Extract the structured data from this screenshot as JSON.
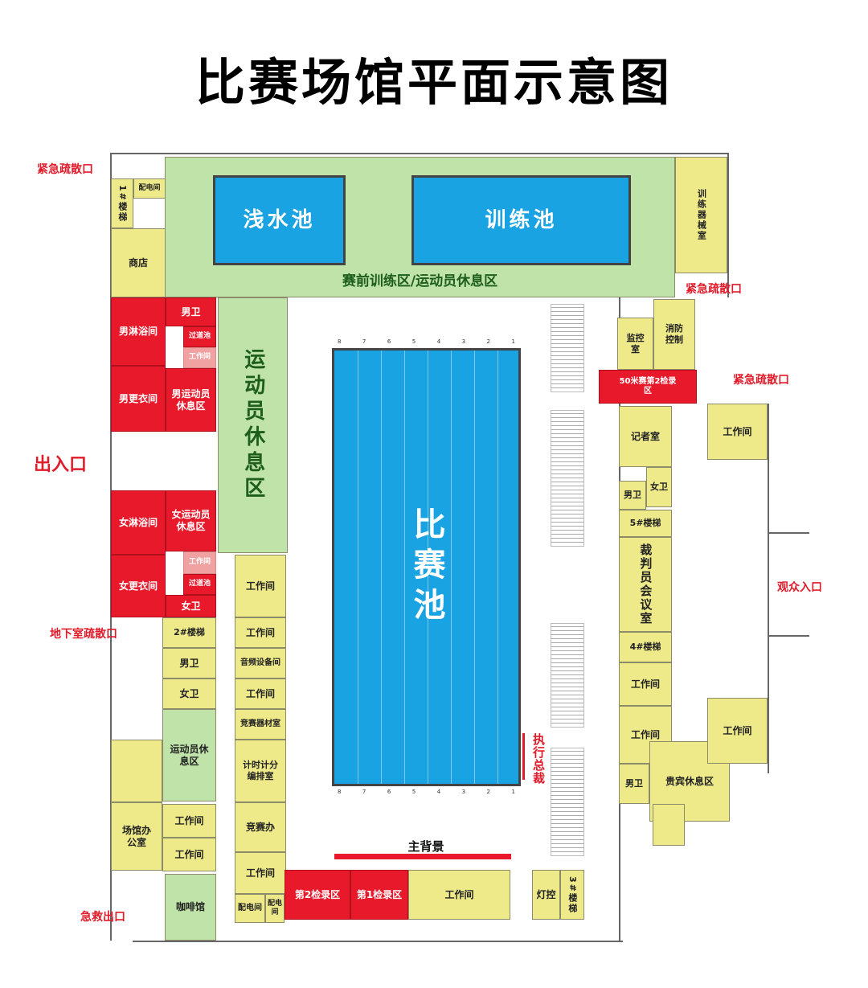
{
  "title": "比赛场馆平面示意图",
  "pools": {
    "shallow": "浅水池",
    "training": "训练池",
    "competition": "比赛池"
  },
  "zones": {
    "warmup": "赛前训练区/运动员休息区",
    "athlete_rest_vertical": "运动员休息区",
    "main_backdrop": "主背景",
    "exec_referee": "执行总裁"
  },
  "rooms": {
    "stair1": "1#楼梯",
    "power1": "配电间",
    "shop": "商店",
    "men_shower": "男淋浴间",
    "men_wc": "男卫",
    "transit_pool_1": "过道池",
    "workroom_small_1": "工作间",
    "men_changing": "男更衣间",
    "men_athlete_rest": "男运动员休息区",
    "women_shower": "女淋浴间",
    "women_athlete_rest": "女运动员休息区",
    "workroom_small_2": "工作间",
    "transit_pool_2": "过道池",
    "women_changing": "女更衣间",
    "women_wc": "女卫",
    "stair2": "2#楼梯",
    "men_wc2": "男卫",
    "women_wc2": "女卫",
    "athlete_rest_lower": "运动员休息区",
    "venue_office": "场馆办公室",
    "work_a": "工作间",
    "work_b": "工作间",
    "cafe": "咖啡馆",
    "work_c": "工作间",
    "work_d": "工作间",
    "audio": "音频设备间",
    "work_e": "工作间",
    "equipment": "竞赛器材室",
    "timing": "计时计分编排室",
    "competition_office": "竞赛办",
    "work_f": "工作间",
    "power2": "配电间",
    "power3": "配电间",
    "check2": "第2检录区",
    "check1": "第1检录区",
    "work_g": "工作间",
    "light": "灯控",
    "stair3": "3#楼梯",
    "training_equipment": "训练器械室",
    "monitor": "监控室",
    "fire_control": "消防控制",
    "check_50m": "50米赛第2检录区",
    "press": "记者室",
    "men_wc3": "男卫",
    "women_wc3": "女卫",
    "stair5": "5#楼梯",
    "referee_meeting": "裁判员会议室",
    "stair4": "4#楼梯",
    "work_h": "工作间",
    "work_i": "工作间",
    "men_wc4": "男卫",
    "vip": "贵宾休息区",
    "work_j": "工作间",
    "work_k": "工作间"
  },
  "labels": {
    "exit_nw": "紧急疏散口",
    "exit_ne": "紧急疏散口",
    "exit_e": "紧急疏散口",
    "entrance": "出入口",
    "basement_exit": "地下室疏散口",
    "audience_entrance": "观众入口",
    "first_aid_exit": "急救出口"
  },
  "lane_numbers": [
    "8",
    "7",
    "6",
    "5",
    "4",
    "3",
    "2",
    "1"
  ],
  "colors": {
    "pool_blue": "#1aa3e3",
    "green_zone": "#bfe3a8",
    "yellow_room": "#eeea8a",
    "red_room": "#e8192b",
    "label_red": "#e01b2a"
  }
}
